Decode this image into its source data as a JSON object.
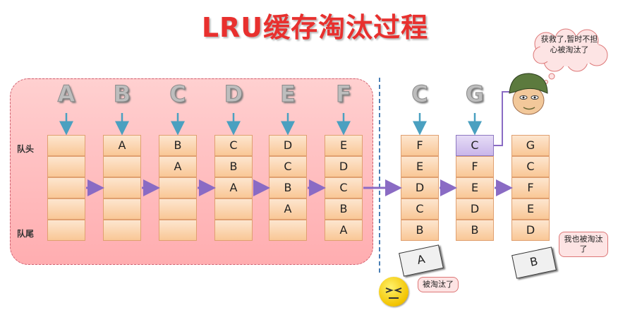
{
  "title": "LRU缓存淘汰过程",
  "row_labels": {
    "head": "队头",
    "tail": "队尾"
  },
  "columns": [
    {
      "incoming": "A",
      "cells": [
        "",
        "",
        "",
        "",
        ""
      ]
    },
    {
      "incoming": "B",
      "cells": [
        "A",
        "",
        "",
        "",
        ""
      ]
    },
    {
      "incoming": "C",
      "cells": [
        "B",
        "A",
        "",
        "",
        ""
      ]
    },
    {
      "incoming": "D",
      "cells": [
        "C",
        "B",
        "A",
        "",
        ""
      ]
    },
    {
      "incoming": "E",
      "cells": [
        "D",
        "C",
        "B",
        "A",
        ""
      ]
    },
    {
      "incoming": "F",
      "cells": [
        "E",
        "D",
        "C",
        "B",
        "A"
      ]
    },
    {
      "incoming": "C",
      "cells": [
        "F",
        "E",
        "D",
        "C",
        "B"
      ]
    },
    {
      "incoming": "G",
      "cells": [
        "C",
        "F",
        "E",
        "D",
        "B"
      ]
    },
    {
      "incoming": "",
      "cells": [
        "G",
        "C",
        "F",
        "E",
        "D"
      ]
    }
  ],
  "evicted_tags": {
    "first": "A",
    "second": "B"
  },
  "bubbles": {
    "evicted_a": "被淘汰了",
    "evicted_b": "我也被淘汰了",
    "cloud": "获救了,暂时不担心被淘汰了"
  },
  "colors": {
    "title": "#e8302e",
    "cell": "#f9c796",
    "highlight": "#c9b6ea",
    "flow_arrow": "#8a6bc4",
    "down_arrow": "#4aa0c0",
    "divider": "#4a7fb5"
  }
}
